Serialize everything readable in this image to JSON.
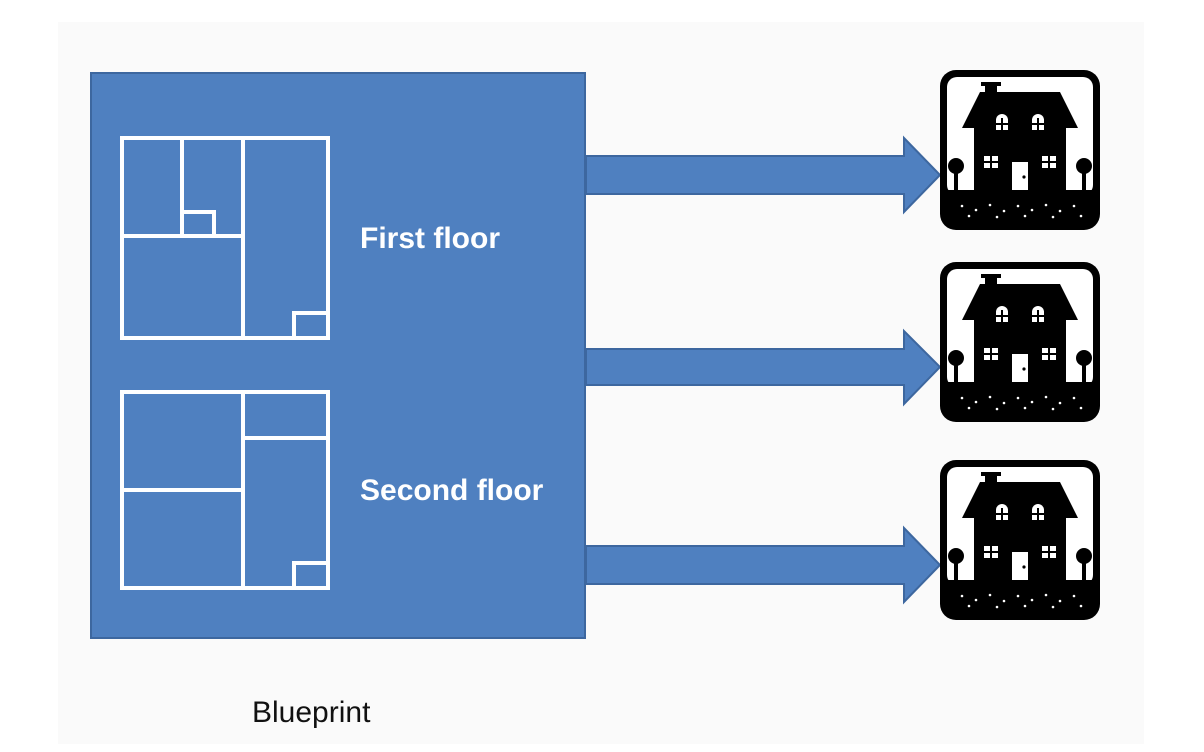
{
  "diagram": {
    "floors": [
      {
        "label": "First floor"
      },
      {
        "label": "Second floor"
      }
    ],
    "caption": "Blueprint",
    "arrow_count": 3,
    "house_count": 3,
    "house_icon": "house-icon",
    "colors": {
      "panel": "#4f80c0",
      "panel_border": "#3d679f",
      "arrow": "#4f80c0",
      "arrow_stroke": "#3d679f",
      "plan_lines": "#ffffff",
      "house": "#000000"
    }
  }
}
